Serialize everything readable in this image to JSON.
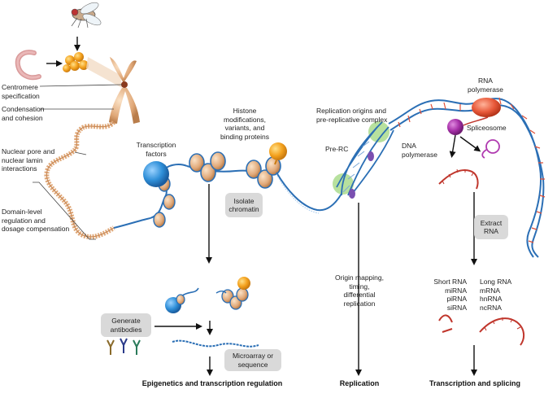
{
  "labels": {
    "centromere": "Centromere\nspecification",
    "condensation": "Condensation\nand cohesion",
    "nuclear_pore": "Nuclear pore and\nnuclear lamin\ninteractions",
    "domain_level": "Domain-level\nregulation and\ndosage compensation",
    "transcription_factors": "Transcription\nfactors",
    "histone": "Histone\nmodifications,\nvariants, and\nbinding proteins",
    "replication_origins": "Replication origins and\npre-replicative complex",
    "pre_rc": "Pre-RC",
    "dna_polymerase": "DNA\npolymerase",
    "rna_polymerase": "RNA\npolymerase",
    "spliceosome": "Spliceosome",
    "origin_mapping": "Origin mapping,\ntiming,\ndifferential\nreplication",
    "short_rna": "Short RNA\nmiRNA\npiRNA\nsiRNA",
    "long_rna": "Long RNA\nmRNA\nhnRNA\nncRNA"
  },
  "boxes": {
    "isolate_chromatin": "Isolate\nchromatin",
    "extract_rna": "Extract\nRNA",
    "generate_antibodies": "Generate\nantibodies",
    "microarray": "Microarray or\nsequence"
  },
  "outcomes": {
    "epigenetics": "Epigenetics and transcription regulation",
    "replication": "Replication",
    "transcription_splicing": "Transcription and splicing"
  },
  "colors": {
    "dna_blue": "#2b6fb5",
    "chromatin_tan": "#e0a878",
    "tf_blue": "#2f8fd8",
    "binding_orange": "#f4a21e",
    "prerc_green": "#9fd77e",
    "polymerase_purple": "#7a4fb0",
    "rna_pol_red": "#e8593a",
    "spliceosome_purple": "#a62fa8",
    "rna_red": "#c0362c",
    "box_grey": "#d9d9d9"
  }
}
